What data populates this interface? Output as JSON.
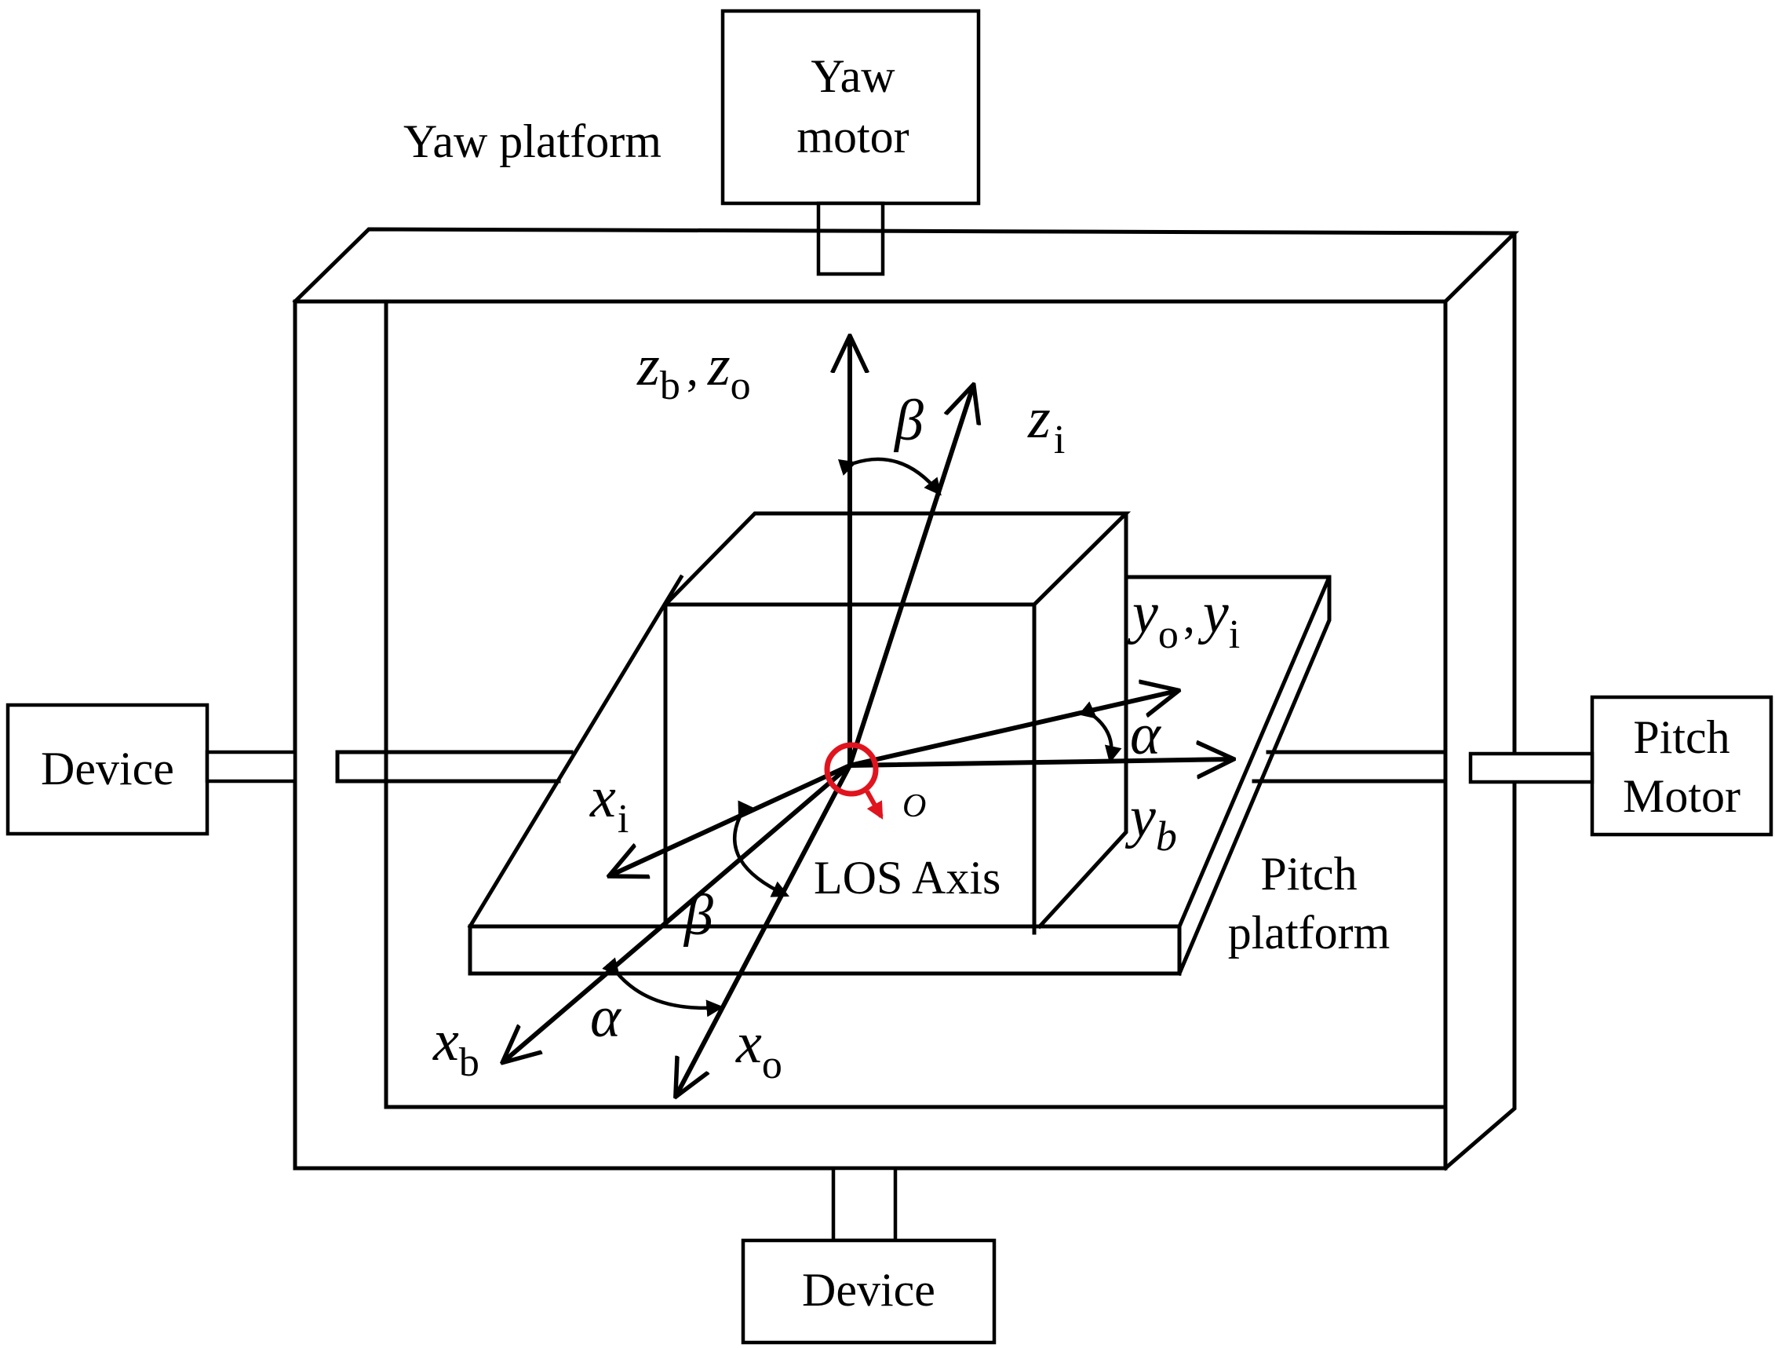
{
  "labels": {
    "yaw_platform": "Yaw platform",
    "yaw_motor_line1": "Yaw",
    "yaw_motor_line2": "motor",
    "device_left": "Device",
    "device_bottom": "Device",
    "pitch_motor_line1": "Pitch",
    "pitch_motor_line2": "Motor",
    "pitch_platform_line1": "Pitch",
    "pitch_platform_line2": "platform",
    "los_axis": "LOS Axis",
    "origin": "O"
  },
  "axes": {
    "zb": "z",
    "zb_sub": "b",
    "comma1": ",",
    "zo": "z",
    "zo_sub": "o",
    "zi": "z",
    "zi_sub": "i",
    "yo": "y",
    "yo_sub": "o",
    "comma2": ",",
    "yi": "y",
    "yi_sub": "i",
    "yb": "y",
    "yb_sub": "b",
    "xi": "x",
    "xi_sub": "i",
    "xb": "x",
    "xb_sub": "b",
    "xo": "x",
    "xo_sub": "o"
  },
  "angles": {
    "beta_top": "β",
    "beta_bottom": "β",
    "alpha_right": "α",
    "alpha_bottom": "α"
  },
  "colors": {
    "origin_marker": "#e0141e",
    "line": "#000000"
  }
}
